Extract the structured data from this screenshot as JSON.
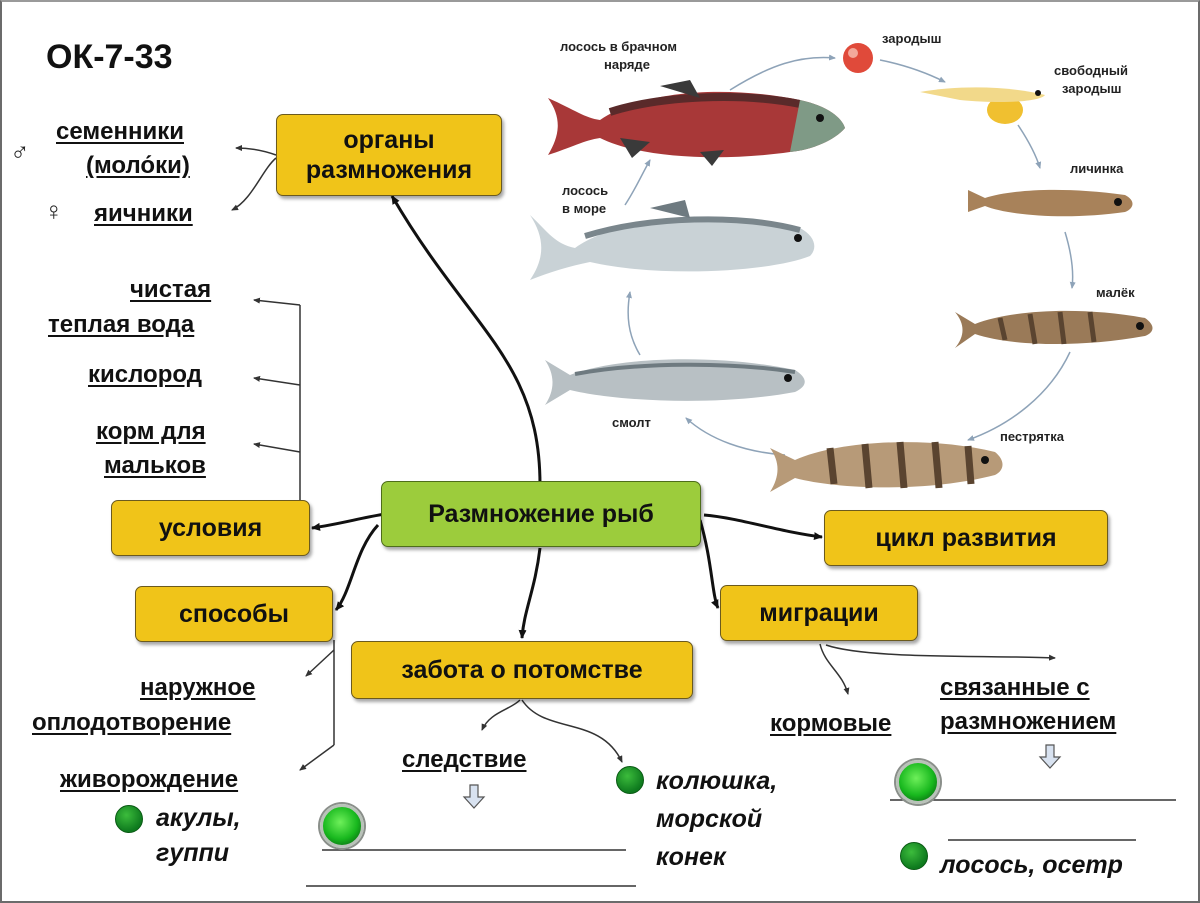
{
  "title": "ОК-7-33",
  "central": "Размножение рыб",
  "boxes": {
    "organs": "органы размножения",
    "conditions": "условия",
    "methods": "способы",
    "care": "забота о потомстве",
    "cycle": "цикл развития",
    "migrations": "миграции"
  },
  "organs_items": {
    "male_symbol": "♂",
    "male_line1": "семенники",
    "male_line2": "(моло́ки)",
    "female_symbol": "♀",
    "female": "яичники"
  },
  "conditions_items": {
    "item1_line1": "чистая",
    "item1_line2": "теплая вода",
    "item2": "кислород",
    "item3_line1": "корм для",
    "item3_line2": "мальков"
  },
  "methods_items": {
    "external_line1": "наружное",
    "external_line2": "оплодотворение",
    "viviparity": "живорождение",
    "example_line1": "акулы,",
    "example_line2": "гуппи"
  },
  "care_items": {
    "consequence": "следствие",
    "example_line1": "колюшка,",
    "example_line2": "морской",
    "example_line3": "конек"
  },
  "migration_items": {
    "feeding": "кормовые",
    "spawning_line1": "связанные с",
    "spawning_line2": "размножением",
    "example": "лосось, осетр"
  },
  "lifecycle": {
    "spawning_salmon_line1": "лосось в брачном",
    "spawning_salmon_line2": "наряде",
    "egg": "зародыш",
    "free_embryo_line1": "свободный",
    "free_embryo_line2": "зародыш",
    "larva": "личинка",
    "fry": "малёк",
    "parr": "пестрятка",
    "smolt": "смолт",
    "sea_salmon_line1": "лосось",
    "sea_salmon_line2": "в море"
  },
  "colors": {
    "box_yellow": "#f0c419",
    "box_green": "#9ccc3c",
    "dot_green": "#129a22"
  }
}
